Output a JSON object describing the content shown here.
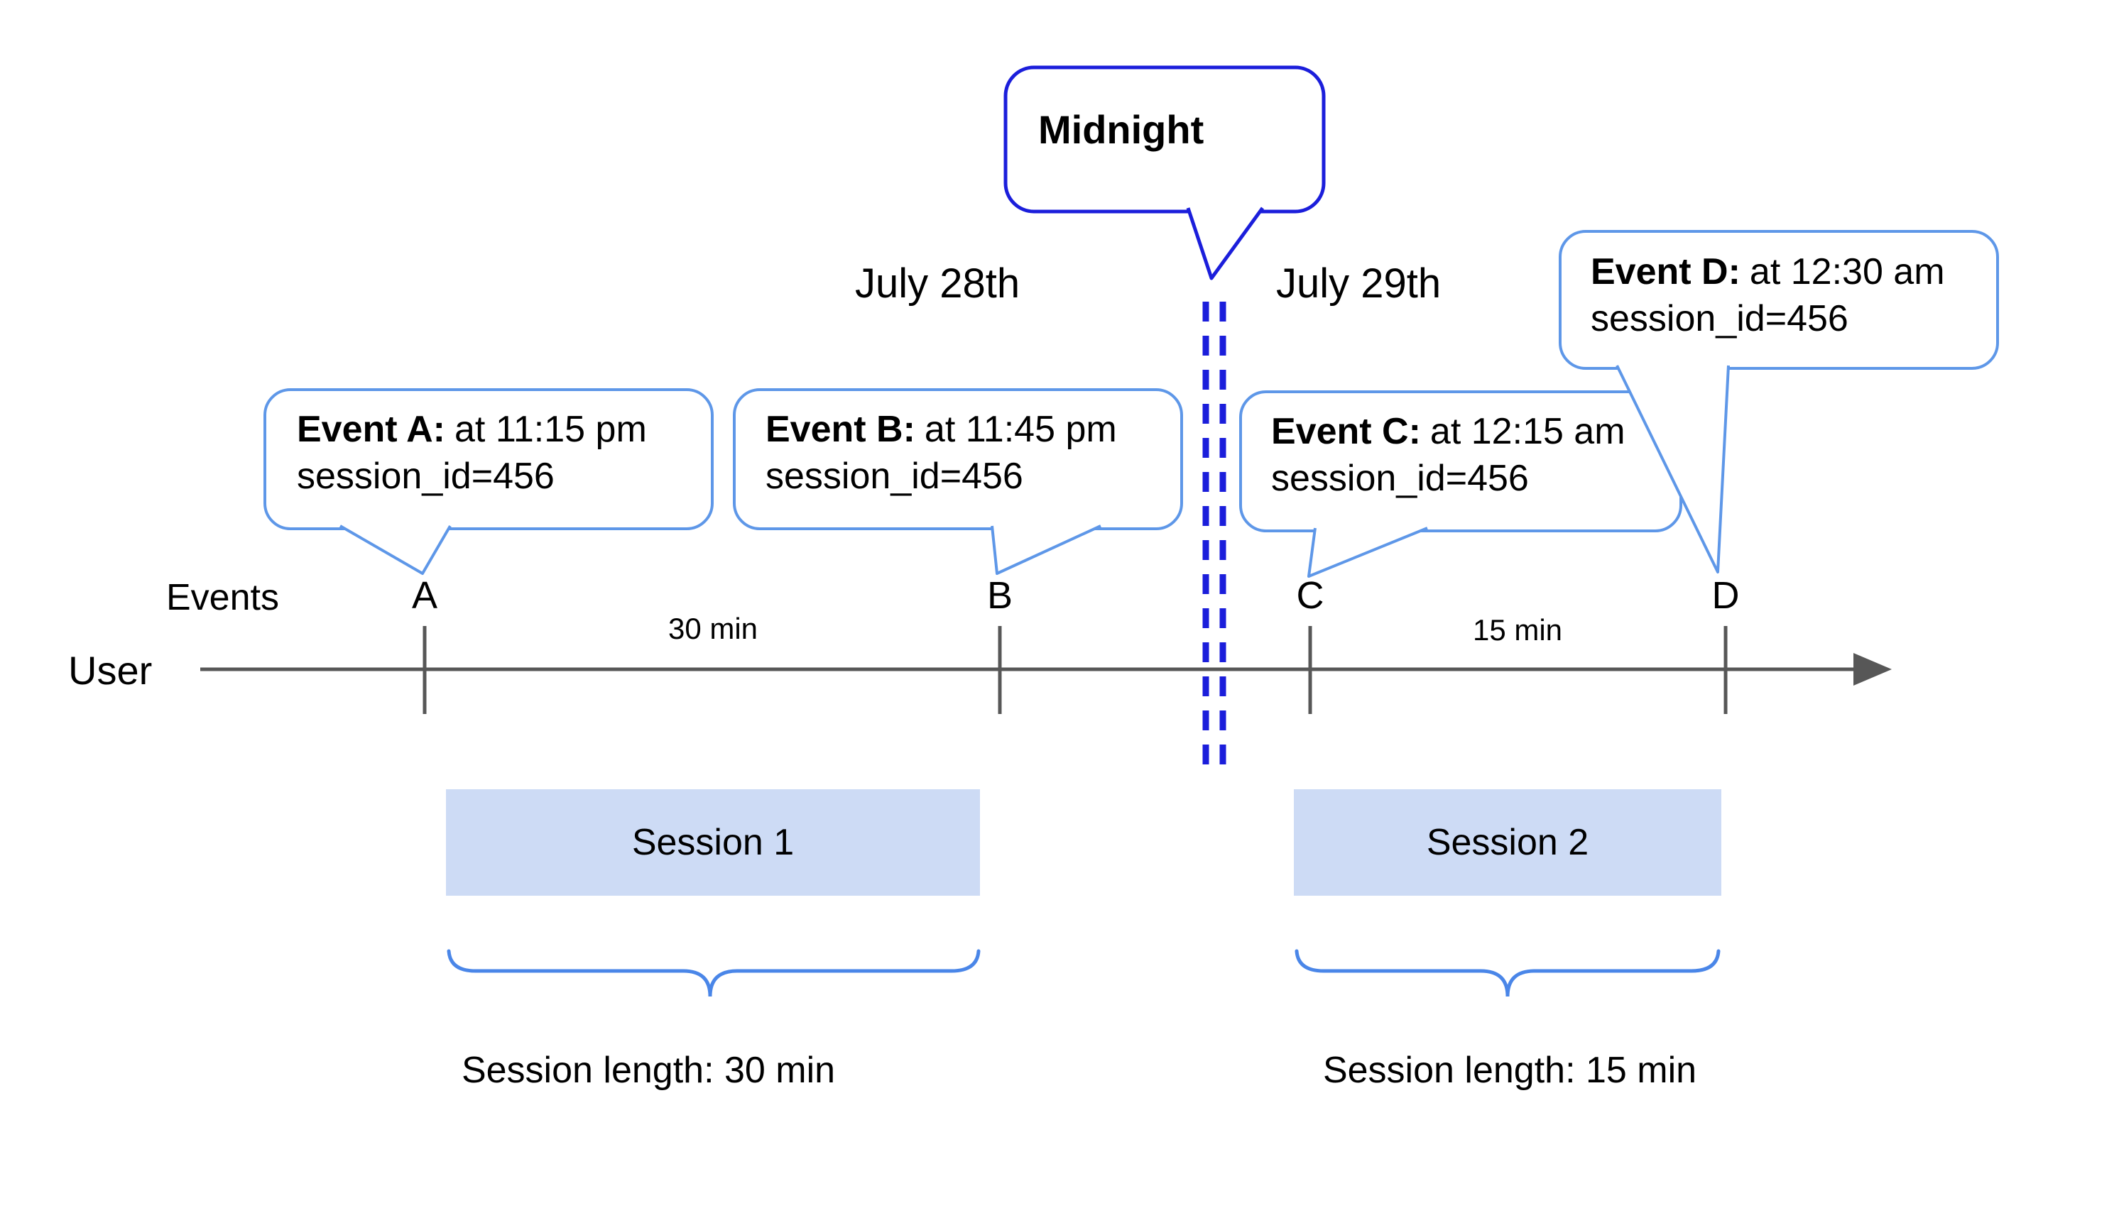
{
  "midnight": {
    "label": "Midnight"
  },
  "dates": {
    "left": "July 28th",
    "right": "July 29th"
  },
  "events": [
    {
      "letter": "A",
      "title": "Event A:",
      "time": "at 11:15 pm",
      "session": "session_id=456"
    },
    {
      "letter": "B",
      "title": "Event B:",
      "time": "at 11:45 pm",
      "session": "session_id=456"
    },
    {
      "letter": "C",
      "title": "Event C:",
      "time": "at 12:15 am",
      "session": "session_id=456"
    },
    {
      "letter": "D",
      "title": "Event D:",
      "time": "at 12:30 am",
      "session": "session_id=456"
    }
  ],
  "timeline": {
    "events_label": "Events",
    "user_label": "User",
    "interval_ab": "30 min",
    "interval_cd": "15 min"
  },
  "sessions": [
    {
      "name": "Session 1",
      "length_label": "Session length: 30 min"
    },
    {
      "name": "Session 2",
      "length_label": "Session length: 15 min"
    }
  ],
  "colors": {
    "midnight_blue": "#1b1edb",
    "callout_blue": "#5e97e8",
    "brace_blue": "#4a86e8",
    "session_fill": "#cddbf5",
    "axis_gray": "#575757",
    "text_black": "#000000"
  }
}
